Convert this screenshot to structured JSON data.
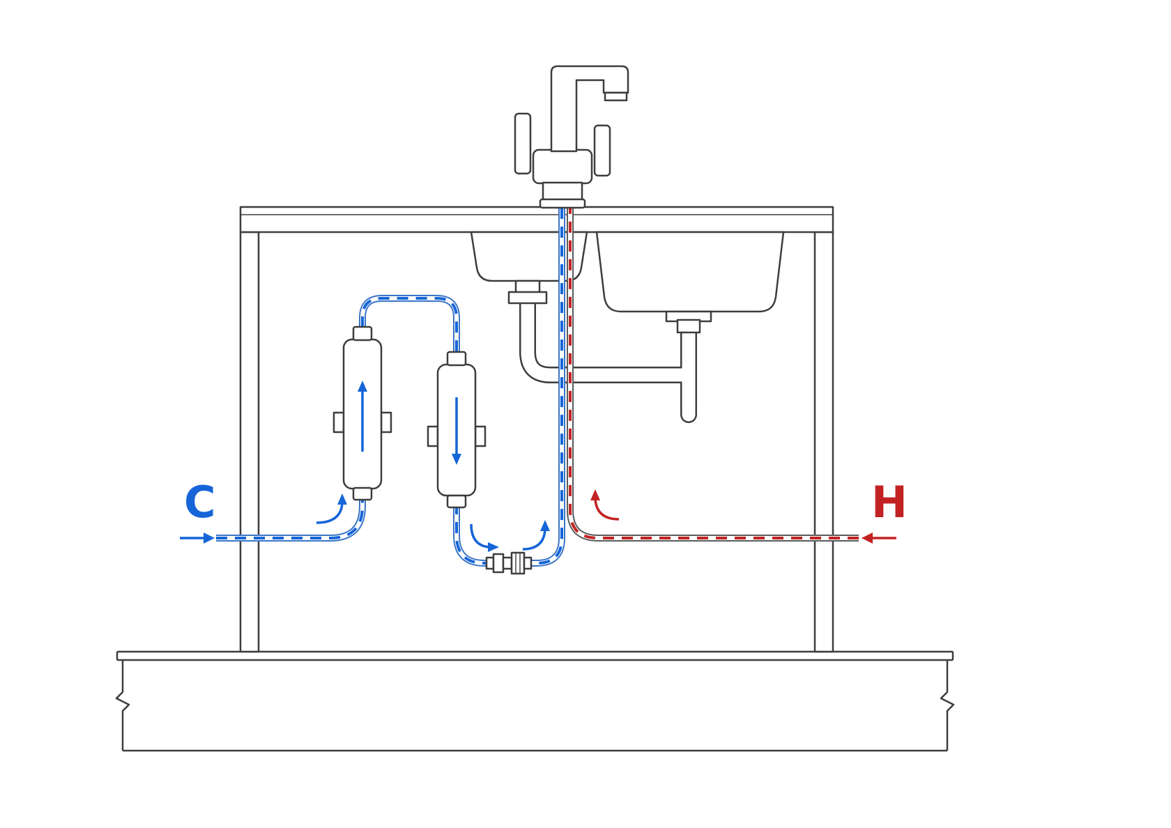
{
  "diagram": {
    "labels": {
      "cold_inlet": "C",
      "hot_inlet": "H"
    },
    "colors": {
      "cold": "#1565d8",
      "hot": "#c32222",
      "line": "#3d3d3d",
      "cold_edge": "#3a74c4",
      "hot_edge": "#5a5a5a",
      "background": "#ffffff"
    },
    "components": {
      "tap": "kitchen-mixer-tap",
      "counter": "countertop",
      "cabinet": "sink-cabinet",
      "left_basin": "left-sink-basin",
      "right_basin": "right-sink-basin",
      "drain": "drain-pipe",
      "filter_primary": "filter-cartridge-1",
      "filter_secondary": "filter-cartridge-2",
      "connector": "inline-connector",
      "cold_line": "cold-water-supply-line",
      "hot_line": "hot-water-supply-line",
      "floor": "floor-section"
    }
  }
}
